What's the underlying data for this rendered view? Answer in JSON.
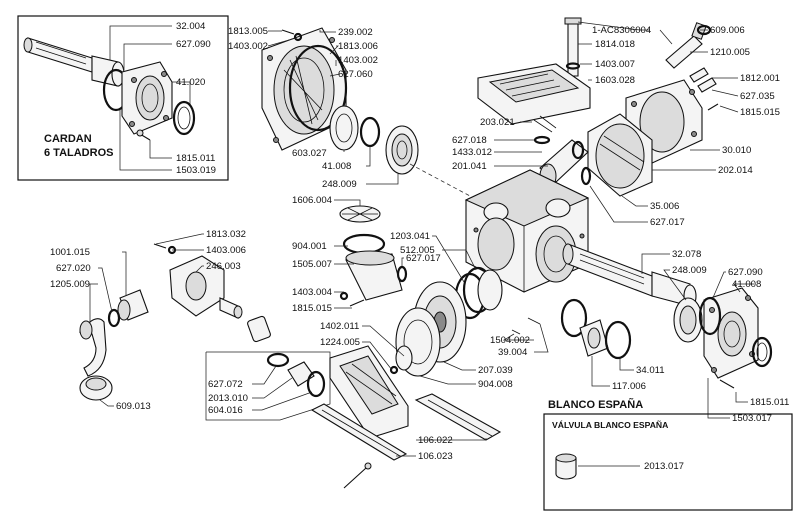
{
  "inset_cardan": {
    "title_line1": "CARDAN",
    "title_line2": "6 TALADROS",
    "parts": [
      "32.004",
      "627.090",
      "41.020",
      "1815.011",
      "1503.019"
    ]
  },
  "section_blanco": {
    "heading": "BLANCO ESPAÑA",
    "box_title": "VÁLVULA BLANCO ESPAÑA",
    "valve_part": "2013.017"
  },
  "labels": [
    "1813.005",
    "1403.002",
    "239.002",
    "1813.006",
    "1403.002",
    "627.060",
    "603.027",
    "41.008",
    "248.009",
    "1606.004",
    "1-AC8306004",
    "1814.018",
    "1403.007",
    "1603.028",
    "609.006",
    "1210.005",
    "1812.001",
    "627.035",
    "1815.015",
    "203.021",
    "627.018",
    "1433.012",
    "201.041",
    "30.010",
    "202.014",
    "35.006",
    "627.017",
    "904.001",
    "1505.007",
    "627.017",
    "1403.004",
    "1815.015",
    "1203.041",
    "512.005",
    "32.078",
    "248.009",
    "627.090",
    "41.008",
    "1813.032",
    "1403.006",
    "246.003",
    "1001.015",
    "627.020",
    "1205.009",
    "1402.011",
    "1224.005",
    "1504.002",
    "39.004",
    "207.039",
    "904.008",
    "34.011",
    "117.006",
    "627.072",
    "2013.010",
    "604.016",
    "609.013",
    "1815.011",
    "1503.017",
    "106.022",
    "106.023"
  ]
}
